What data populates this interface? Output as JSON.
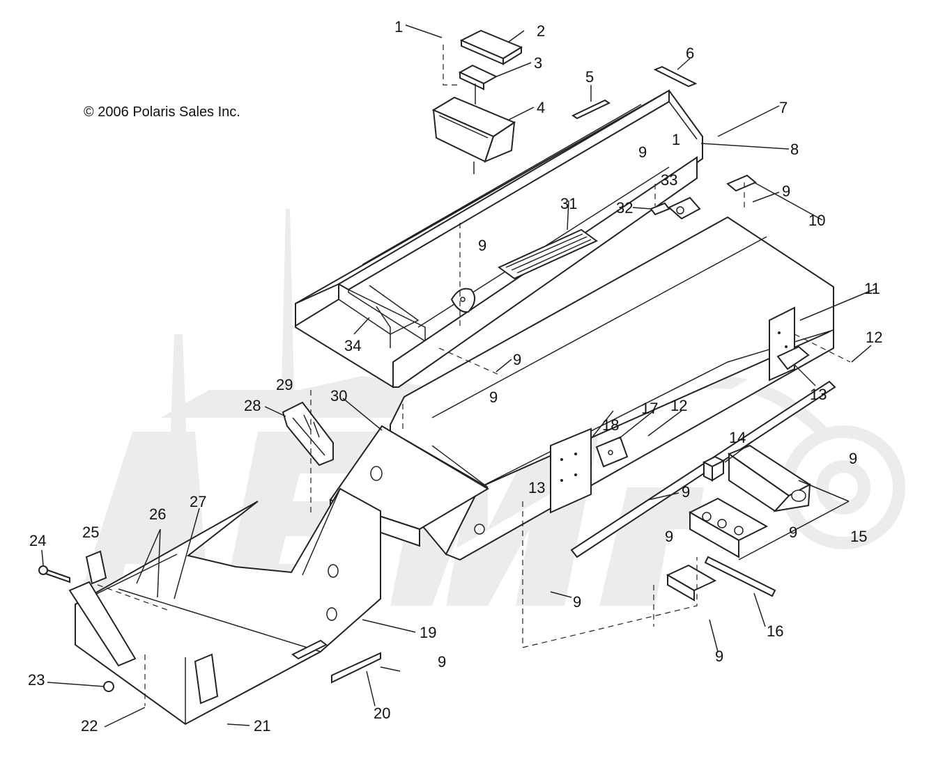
{
  "copyright": "© 2006 Polaris Sales Inc.",
  "callouts": [
    {
      "id": "c1a",
      "label": "1"
    },
    {
      "id": "c2",
      "label": "2"
    },
    {
      "id": "c3",
      "label": "3"
    },
    {
      "id": "c4",
      "label": "4"
    },
    {
      "id": "c5",
      "label": "5"
    },
    {
      "id": "c6",
      "label": "6"
    },
    {
      "id": "c7",
      "label": "7"
    },
    {
      "id": "c1b",
      "label": "1"
    },
    {
      "id": "c8",
      "label": "8"
    },
    {
      "id": "c9a",
      "label": "9"
    },
    {
      "id": "c33",
      "label": "33"
    },
    {
      "id": "c9b",
      "label": "9"
    },
    {
      "id": "c32",
      "label": "32"
    },
    {
      "id": "c31",
      "label": "31"
    },
    {
      "id": "c10",
      "label": "10"
    },
    {
      "id": "c9c",
      "label": "9"
    },
    {
      "id": "c11",
      "label": "11"
    },
    {
      "id": "c34",
      "label": "34"
    },
    {
      "id": "c9d",
      "label": "9"
    },
    {
      "id": "c12a",
      "label": "12"
    },
    {
      "id": "c13a",
      "label": "13"
    },
    {
      "id": "c29",
      "label": "29"
    },
    {
      "id": "c30",
      "label": "30"
    },
    {
      "id": "c9e",
      "label": "9"
    },
    {
      "id": "c28",
      "label": "28"
    },
    {
      "id": "c17",
      "label": "17"
    },
    {
      "id": "c12b",
      "label": "12"
    },
    {
      "id": "c18",
      "label": "18"
    },
    {
      "id": "c14",
      "label": "14"
    },
    {
      "id": "c9f",
      "label": "9"
    },
    {
      "id": "c13b",
      "label": "13"
    },
    {
      "id": "c9g",
      "label": "9"
    },
    {
      "id": "c27",
      "label": "27"
    },
    {
      "id": "c26",
      "label": "26"
    },
    {
      "id": "c25",
      "label": "25"
    },
    {
      "id": "c24",
      "label": "24"
    },
    {
      "id": "c9h",
      "label": "9"
    },
    {
      "id": "c9i",
      "label": "9"
    },
    {
      "id": "c15",
      "label": "15"
    },
    {
      "id": "c9j",
      "label": "9"
    },
    {
      "id": "c19",
      "label": "19"
    },
    {
      "id": "c16",
      "label": "16"
    },
    {
      "id": "c9k",
      "label": "9"
    },
    {
      "id": "c9l",
      "label": "9"
    },
    {
      "id": "c23",
      "label": "23"
    },
    {
      "id": "c20",
      "label": "20"
    },
    {
      "id": "c22",
      "label": "22"
    },
    {
      "id": "c21",
      "label": "21"
    }
  ]
}
